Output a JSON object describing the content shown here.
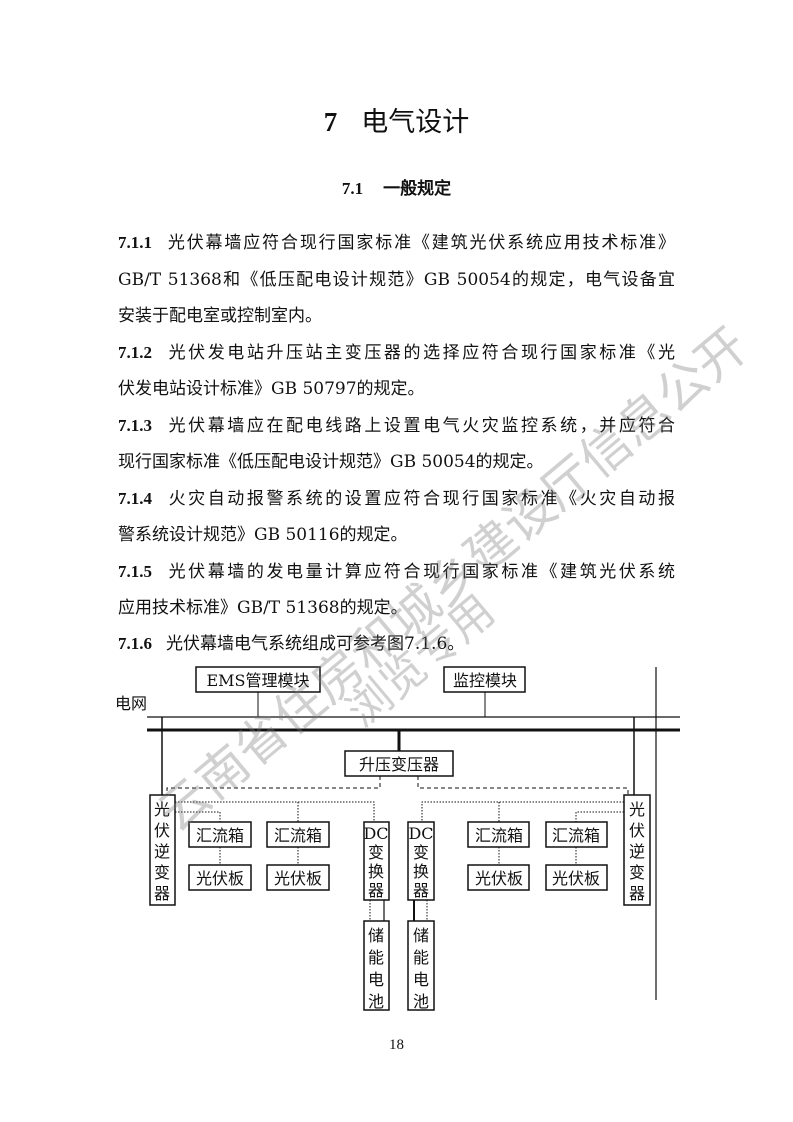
{
  "chapter": {
    "number": "7",
    "title": "电气设计"
  },
  "section": {
    "number": "7.1",
    "title": "一般规定"
  },
  "lines": [
    {
      "clause": "7.1.1",
      "text": "光伏幕墙应符合现行国家标准《建筑光伏系统应用技术标准》"
    },
    {
      "clause": "",
      "text": "GB/T 51368和《低压配电设计规范》GB 50054的规定，电气设备宜"
    },
    {
      "clause": "",
      "text": "安装于配电室或控制室内。"
    },
    {
      "clause": "7.1.2",
      "text": "光伏发电站升压站主变压器的选择应符合现行国家标准《光"
    },
    {
      "clause": "",
      "text": "伏发电站设计标准》GB 50797的规定。"
    },
    {
      "clause": "7.1.3",
      "text": "光伏幕墙应在配电线路上设置电气火灾监控系统，并应符合"
    },
    {
      "clause": "",
      "text": "现行国家标准《低压配电设计规范》GB 50054的规定。"
    },
    {
      "clause": "7.1.4",
      "text": "火灾自动报警系统的设置应符合现行国家标准《火灾自动报"
    },
    {
      "clause": "",
      "text": "警系统设计规范》GB 50116的规定。"
    },
    {
      "clause": "7.1.5",
      "text": "光伏幕墙的发电量计算应符合现行国家标准《建筑光伏系统"
    },
    {
      "clause": "",
      "text": "应用技术标准》GB/T 51368的规定。"
    },
    {
      "clause": "7.1.6",
      "text": "光伏幕墙电气系统组成可参考图7.1.6。"
    }
  ],
  "diagram": {
    "grid_label": "电网",
    "ems": "EMS管理模块",
    "monitor": "监控模块",
    "transformer": "升压变压器",
    "inverter": [
      "光",
      "伏",
      "逆",
      "变",
      "器"
    ],
    "combiner": "汇流箱",
    "panel": "光伏板",
    "dc_converter": [
      "DC",
      "变",
      "换",
      "器"
    ],
    "battery": [
      "储",
      "能",
      "电",
      "池"
    ]
  },
  "page_number": "18",
  "watermark": {
    "line1": "云南省住房和城乡建设厅信息公开",
    "line2": "浏览专用"
  }
}
